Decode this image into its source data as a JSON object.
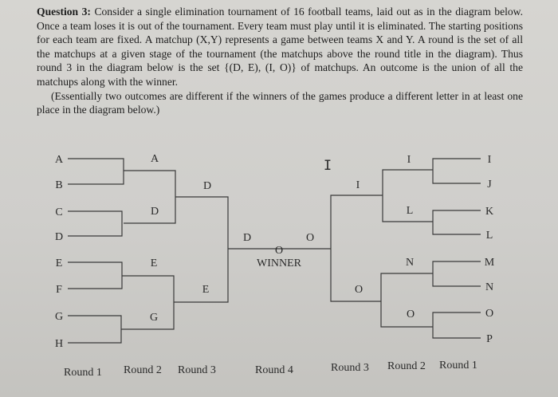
{
  "question": {
    "heading": "Question 3:",
    "body": "Consider a single elimination tournament of 16 football teams, laid out as in the diagram below. Once a team loses it is out of the tournament. Every team must play until it is eliminated. The starting positions for each team are fixed. A matchup (X,Y) represents a game between teams X and Y. A round is the set of all the matchups at a given stage of the tournament (the matchups above the round title in the diagram). Thus round 3 in the diagram below is the set {(D, E), (I, O)} of matchups. An outcome is the union of all the matchups along with the winner.",
    "note": "(Essentially two outcomes are different if the winners of the games produce a different letter in at least one place in the diagram below.)"
  },
  "bracket": {
    "left_teams": [
      "A",
      "B",
      "C",
      "D",
      "E",
      "F",
      "G",
      "H"
    ],
    "left_round2_winners": [
      "A",
      "D",
      "E",
      "G"
    ],
    "left_round3_winners": [
      "D",
      "E"
    ],
    "left_final": "D",
    "right_teams": [
      "I",
      "J",
      "K",
      "L",
      "M",
      "N",
      "O",
      "P"
    ],
    "right_round2_winners": [
      "I",
      "L",
      "N",
      "O"
    ],
    "right_round3_winners": [
      "I",
      "O"
    ],
    "right_final": "O",
    "champion": "O",
    "champion_label": "WINNER",
    "handwritten_top": "I"
  },
  "round_labels": {
    "left": [
      "Round 1",
      "Round 2",
      "Round 3"
    ],
    "center": "Round 4",
    "right": [
      "Round 3",
      "Round 2",
      "Round 1"
    ]
  }
}
